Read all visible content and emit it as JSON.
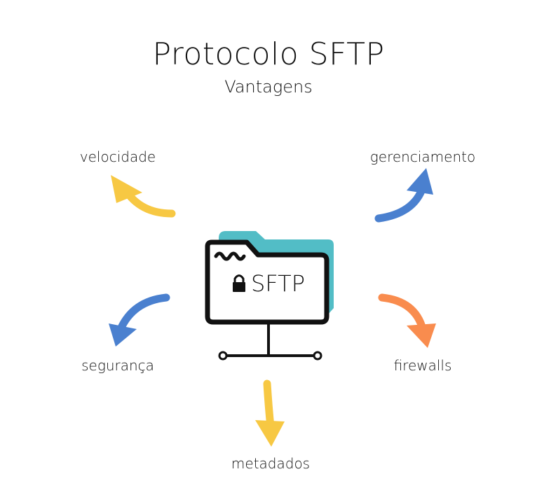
{
  "title": "Protocolo SFTP",
  "subtitle": "Vantagens",
  "center": {
    "label": "SFTP",
    "icon": "locked-folder-network-icon"
  },
  "advantages": [
    {
      "label": "velocidade",
      "color": "#F7C843"
    },
    {
      "label": "gerenciamento",
      "color": "#4A80CF"
    },
    {
      "label": "segurança",
      "color": "#4A80CF"
    },
    {
      "label": "firewalls",
      "color": "#F98C4E"
    },
    {
      "label": "metadados",
      "color": "#F7C843"
    }
  ],
  "colors": {
    "folder_back": "#52BDC6",
    "outline": "#111111"
  }
}
